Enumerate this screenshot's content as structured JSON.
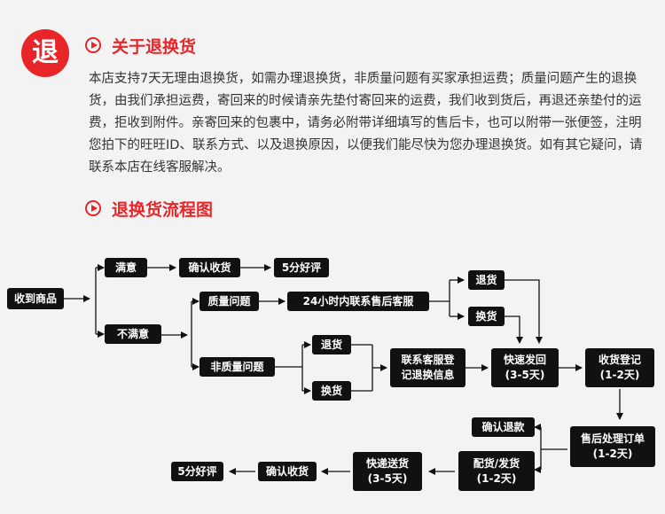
{
  "badge": "退",
  "section1": {
    "title": "关于退换货"
  },
  "paragraph": "本店支持7天无理由退换货，如需办理退换货，非质量问题有买家承担运费；质量问题产生的退换货，由我们承担运费，寄回来的时候请亲先垫付寄回来的运费，我们收到货后，再退还亲垫付的运费，拒收到附件。亲寄回来的包裹中，请务必附带详细填写的售后卡，也可以附带一张便签，注明您拍下的旺旺ID、联系方式、以及退换原因，以便我们能尽快为您办理退换货。如有其它疑问，请联系本店在线客服解决。",
  "section2": {
    "title": "退换货流程图"
  },
  "flow": {
    "received": "收到商品",
    "satisfied": "满意",
    "confirm_receipt": "确认收货",
    "good_review": "5分好评",
    "unsatisfied": "不满意",
    "quality_issue": "质量问题",
    "contact_24h": "24小时内联系售后客服",
    "return_q": "退货",
    "exchange_q": "换货",
    "non_quality_issue": "非质量问题",
    "return_nq": "退货",
    "exchange_nq": "换货",
    "register_info_1": "联系客服登",
    "register_info_2": "记退换信息",
    "express_send_1": "快速发回",
    "express_send_2": "(3-5天)",
    "receive_register_1": "收货登记",
    "receive_register_2": "(1-2天)",
    "after_sales_1": "售后处理订单",
    "after_sales_2": "(1-2天)",
    "confirm_refund": "确认退款",
    "ship_1": "配货/发货",
    "ship_2": "(1-2天)",
    "express_deliver_1": "快递送货",
    "express_deliver_2": "(3-5天)",
    "confirm_receipt_2": "确认收货",
    "good_review_2": "5分好评"
  }
}
